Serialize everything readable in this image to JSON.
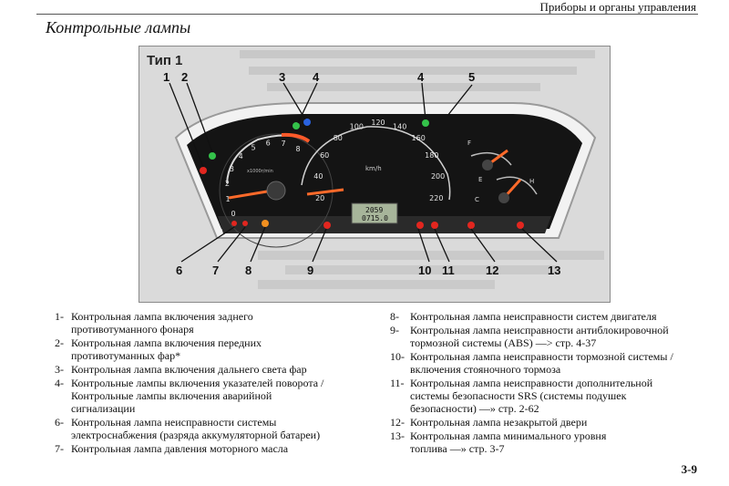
{
  "header": {
    "section": "Приборы и органы управления"
  },
  "title": "Контрольные лампы",
  "figure": {
    "type_label": "Тип 1",
    "callouts_top": [
      "1",
      "2",
      "3",
      "4",
      "4",
      "5"
    ],
    "callouts_bottom": [
      "6",
      "7",
      "8",
      "9",
      "10",
      "11",
      "12",
      "13"
    ],
    "tacho_ticks": [
      "0",
      "1",
      "2",
      "3",
      "4",
      "5",
      "6",
      "7",
      "8"
    ],
    "tacho_unit": "x1000r/min",
    "speedo_ticks": [
      "20",
      "40",
      "60",
      "80",
      "100",
      "120",
      "140",
      "160",
      "180",
      "200",
      "220"
    ],
    "speedo_unit": "km/h",
    "odometer": "2059",
    "tripmeter": "0715.0",
    "fuel_labels": {
      "full": "F",
      "empty": "E"
    },
    "temp_labels": {
      "hot": "H",
      "cold": "C"
    },
    "colors": {
      "green": "#34c24a",
      "blue": "#2a62e0",
      "red": "#e2261f",
      "amber": "#f29020",
      "needle": "#ff6a2a"
    }
  },
  "left_list": [
    {
      "num": "1-",
      "text": "Контрольная лампа включения заднего\nпротивотуманного фонаря"
    },
    {
      "num": "2-",
      "text": "Контрольная лампа включения передних\nпротивотуманных фар*"
    },
    {
      "num": "3-",
      "text": "Контрольная лампа включения дальнего света фар"
    },
    {
      "num": "4-",
      "text": "Контрольные лампы включения указателей поворота /\nКонтрольные лампы включения аварийной\nсигнализации"
    },
    {
      "num": "6-",
      "text": "Контрольная лампа неисправности системы\nэлектроснабжения (разряда аккумуляторной батареи)"
    },
    {
      "num": "7-",
      "text": "Контрольная лампа давления моторного масла"
    }
  ],
  "right_list": [
    {
      "num": "8-",
      "text": "Контрольная лампа неисправности систем двигателя"
    },
    {
      "num": "9-",
      "text": "Контрольная лампа неисправности антиблокировочной\nтормозной системы (ABS) —> стр. 4-37"
    },
    {
      "num": "10-",
      "text": "Контрольная лампа неисправности тормозной системы /\nвключения стояночного тормоза"
    },
    {
      "num": "11-",
      "text": "Контрольная лампа неисправности дополнительной\nсистемы безопасности SRS (системы подушек\nбезопасности) —» стр. 2-62"
    },
    {
      "num": "12-",
      "text": "Контрольная лампа незакрытой двери"
    },
    {
      "num": "13-",
      "text": "Контрольная лампа минимального уровня\nтоплива —» стр. 3-7"
    }
  ],
  "page_number": "3-9"
}
